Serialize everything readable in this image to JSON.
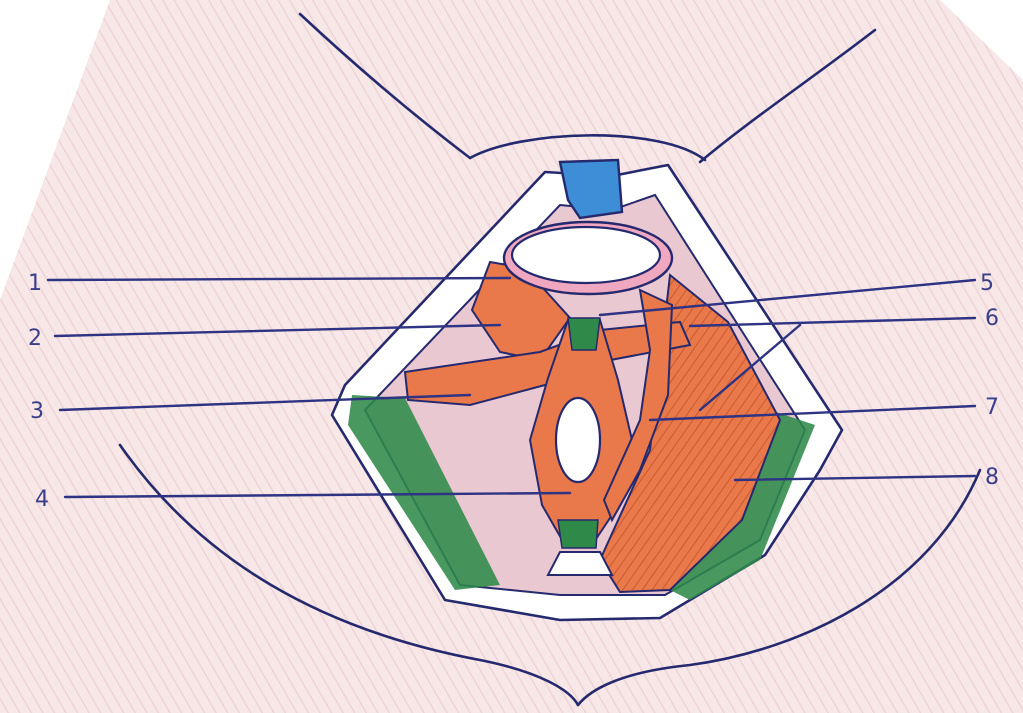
{
  "labels": [
    "1",
    "2",
    "3",
    "4",
    "5",
    "6",
    "7",
    "8"
  ],
  "colors": {
    "skin": "#f3dede",
    "skin_shade": "#e9c4c8",
    "bone": "#ffffff",
    "muscle": "#e9784a",
    "muscle_dark": "#c85a2e",
    "ligament": "#2f8a4a",
    "cartilage": "#3d8ed6",
    "mucosa": "#f0a8c0",
    "ink": "#25296e",
    "leader": "#2e3384"
  }
}
